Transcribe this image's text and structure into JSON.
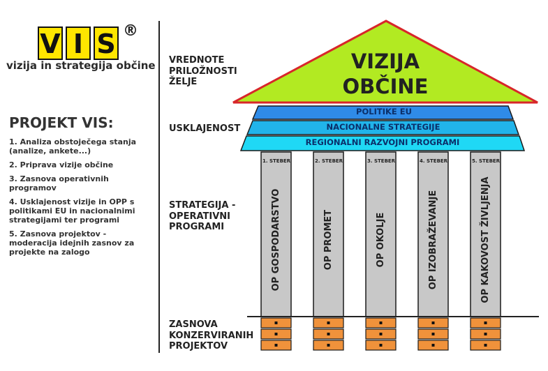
{
  "logo": {
    "letters": [
      "V",
      "I",
      "S"
    ],
    "registered": "®",
    "tagline": "vizija in strategija občine"
  },
  "project": {
    "title": "PROJEKT VIS:",
    "items": [
      "1. Analiza obstoječega stanja (analize, ankete...)",
      "2. Priprava vizije občine",
      "3. Zasnova operativnih programov",
      "4. Usklajenost vizije in OPP s politikami EU in nacionalnimi strategijami ter programi",
      "5. Zasnova projektov - moderacija idejnih zasnov za projekte na zalogo"
    ]
  },
  "side_labels": {
    "values": [
      "VREDNOTE",
      "PRILOŽNOSTI",
      "ŽELJE"
    ],
    "alignment": "USKLAJENOST",
    "strategy": [
      "STRATEGIJA -",
      "OPERATIVNI",
      "PROGRAMI"
    ],
    "projects": [
      "ZASNOVA",
      "KONZERVIRANIH",
      "PROJEKTOV"
    ]
  },
  "roof": {
    "lines": [
      "VIZIJA",
      "OBČINE"
    ],
    "color": "#b2ea22",
    "border_color": "#d8262a"
  },
  "bands": [
    {
      "label": "POLITIKE EU",
      "color": "#2f8be8"
    },
    {
      "label": "NACIONALNE STRATEGIJE",
      "color": "#21b4ea"
    },
    {
      "label": "REGIONALNI RAZVOJNI PROGRAMI",
      "color": "#1fd8f5"
    }
  ],
  "pillars": [
    {
      "steber": "1. STEBER",
      "label": "OP  GOSPODARSTVO"
    },
    {
      "steber": "2. STEBER",
      "label": "OP  PROMET"
    },
    {
      "steber": "3. STEBER",
      "label": "OP  OKOLJE"
    },
    {
      "steber": "4. STEBER",
      "label": "OP  IZOBRAŽEVANJE"
    },
    {
      "steber": "5. STEBER",
      "label": "OP  KAKOVOST ŽIVLJENJA"
    }
  ],
  "colors": {
    "pillar": "#c8c8c8",
    "brick": "#f0923b",
    "logo_yellow": "#ffe600"
  }
}
